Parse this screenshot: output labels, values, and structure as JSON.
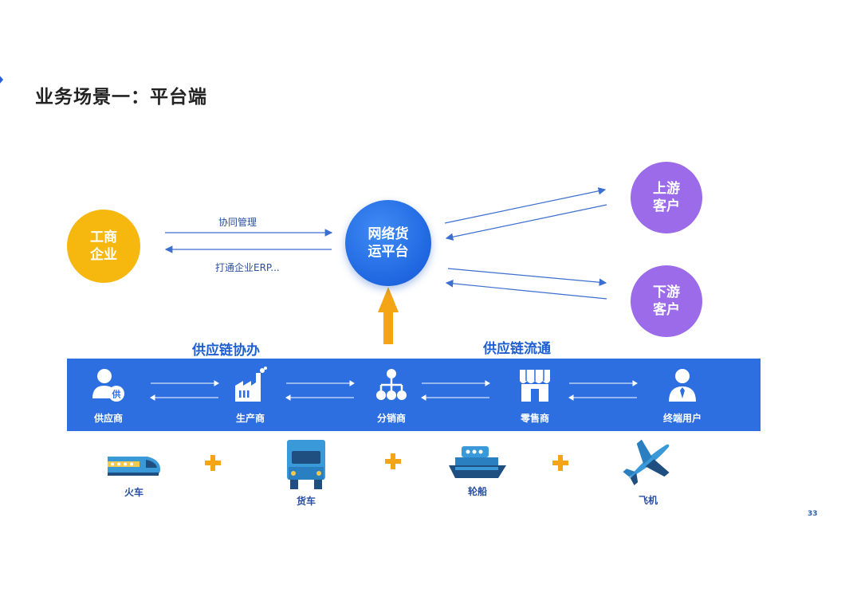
{
  "title": "业务场景一：平台端",
  "nodes": {
    "business": [
      "工商",
      "企业"
    ],
    "platform": [
      "网络货",
      "运平台"
    ],
    "upstream": [
      "上游",
      "客户"
    ],
    "downstream": [
      "下游",
      "客户"
    ]
  },
  "edges": {
    "coop_manage": "协同管理",
    "erp_connect": "打通企业ERP..."
  },
  "sections": {
    "supply_coop": "供应链协办",
    "supply_flow": "供应链流通"
  },
  "chain": [
    {
      "label": "供应商",
      "icon": "supplier-icon"
    },
    {
      "label": "生产商",
      "icon": "factory-icon"
    },
    {
      "label": "分销商",
      "icon": "distribution-network-icon"
    },
    {
      "label": "零售商",
      "icon": "storefront-icon"
    },
    {
      "label": "终端用户",
      "icon": "end-user-icon"
    }
  ],
  "transport": [
    {
      "label": "火车",
      "icon": "train-icon"
    },
    {
      "label": "货车",
      "icon": "truck-icon"
    },
    {
      "label": "轮船",
      "icon": "ship-icon"
    },
    {
      "label": "飞机",
      "icon": "airplane-icon"
    }
  ],
  "page_number": "33",
  "colors": {
    "blue": "#2d6ee0",
    "orange": "#f6b70e",
    "purple": "#9b6bea",
    "arrow_up": "#f3a516"
  }
}
